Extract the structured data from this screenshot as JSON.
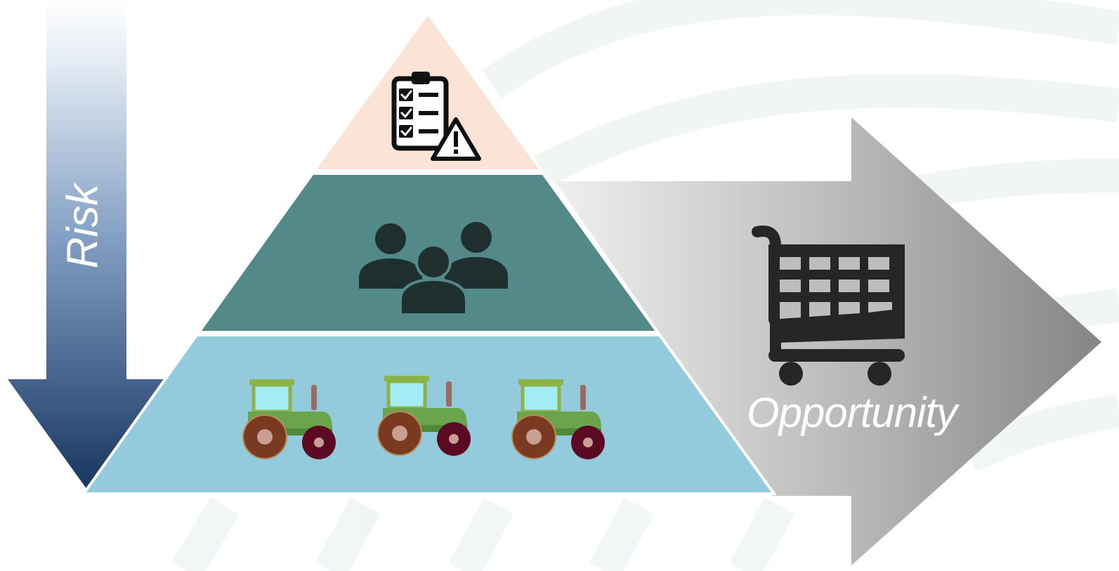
{
  "diagram": {
    "risk_label": "Risk",
    "opportunity_label": "Opportunity"
  },
  "tiers": [
    {
      "name": "top",
      "icon": "checklist-warning-icon",
      "color": "#fbe4d6"
    },
    {
      "name": "middle",
      "icon": "people-group-icon",
      "color": "#538a89"
    },
    {
      "name": "bottom",
      "icon": "tractor-icon",
      "color": "#93cbdc"
    }
  ],
  "colors": {
    "risk_arrow_top": "#eef3fa",
    "risk_arrow_bottom": "#1a3a64",
    "opportunity_arrow_left": "#ececec",
    "opportunity_arrow_right": "#8a8a8a",
    "icon_dark": "#1e1e1e"
  }
}
